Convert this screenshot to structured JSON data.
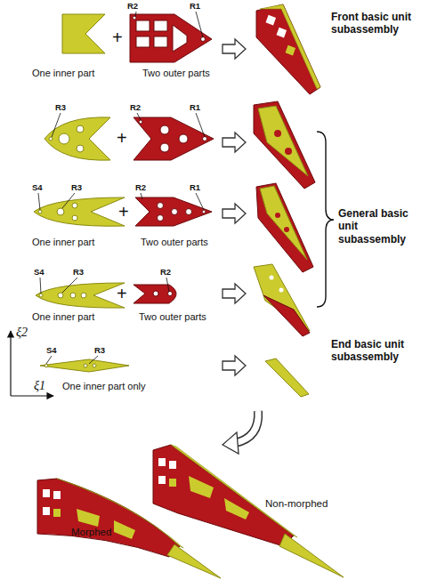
{
  "diagram": {
    "labels": [
      "R2",
      "R1",
      "Front basic unit subassembly",
      "One inner part",
      "+",
      "Two outer parts",
      "R3",
      "R2",
      "R1",
      "+",
      "S4",
      "R3",
      "R2",
      "R1",
      "General basic unit subassembly",
      "One inner part",
      "+",
      "Two outer parts",
      "S4",
      "R3",
      "R2",
      "One inner part",
      "+",
      "Two outer parts",
      "ξ2",
      "End basic unit subassembly",
      "S4",
      "R3",
      "ξ1",
      "One inner part only",
      "Non-morphed",
      "Morphed"
    ]
  }
}
